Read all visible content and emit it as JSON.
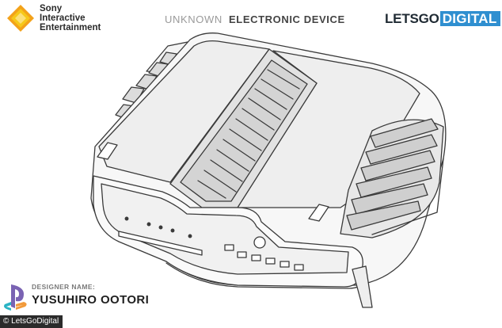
{
  "header": {
    "publisher_lines": [
      "Sony",
      "Interactive",
      "Entertainment"
    ],
    "title_word_1": "UNKNOWN",
    "title_word_2": "ELECTRONIC DEVICE",
    "brand_part_1": "LETSGO",
    "brand_part_2": "DIGITAL"
  },
  "footer": {
    "designer_label": "DESIGNER NAME:",
    "designer_name": "YUSUHIRO OOTORI",
    "credit": "© LetsGoDigital"
  },
  "icons": {
    "publisher_logo": "sony-diamond-icon",
    "playstation_logo": "playstation-icon"
  },
  "colors": {
    "brand_blue": "#2f8fd0",
    "logo_orange": "#f3a21a",
    "logo_yellow": "#f6c81a",
    "ps_purple": "#7a63b3",
    "ps_teal": "#29b3c4",
    "ps_orange": "#f29a3b",
    "drawing_line": "#3a3a3a",
    "drawing_fill": "#ececec"
  }
}
